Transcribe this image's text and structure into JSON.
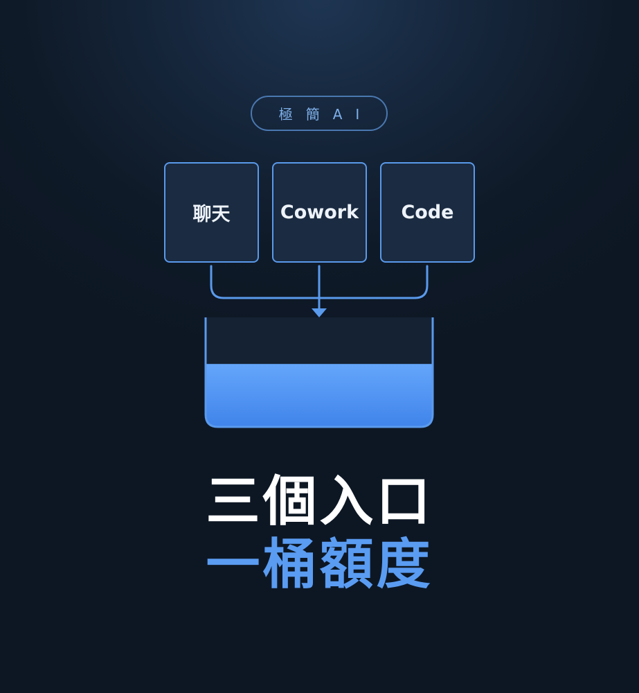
{
  "badge": {
    "label": "極簡AI"
  },
  "entry_points": [
    {
      "label": "聊天"
    },
    {
      "label": "Cowork"
    },
    {
      "label": "Code"
    }
  ],
  "bucket": {
    "fill_level": 0.58
  },
  "headline": {
    "line1": "三個入口",
    "line2": "一桶額度"
  },
  "colors": {
    "background": "#0f1a28",
    "accent": "#5a9aec",
    "liquid_top": "#64a6fb",
    "liquid_bottom": "#3f83ea",
    "headline_primary": "#ffffff",
    "headline_accent": "#5a9cf2"
  }
}
